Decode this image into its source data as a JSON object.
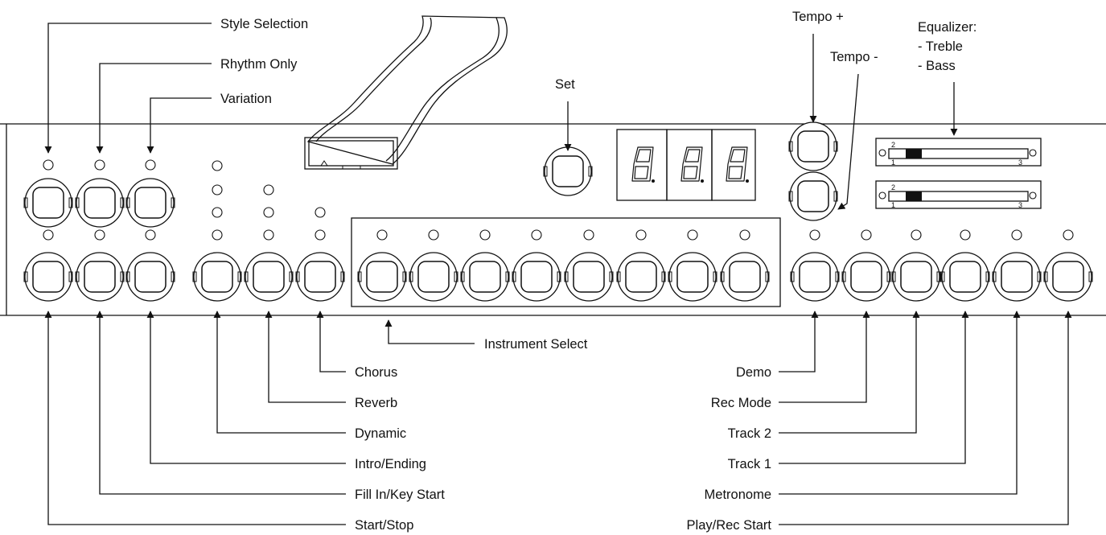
{
  "labels": {
    "style_selection": "Style Selection",
    "rhythm_only": "Rhythm Only",
    "variation": "Variation",
    "set": "Set",
    "tempo_plus": "Tempo +",
    "tempo_minus": "Tempo -",
    "equalizer": "Equalizer:",
    "treble": "- Treble",
    "bass": "- Bass",
    "instrument_select": "Instrument Select",
    "chorus": "Chorus",
    "reverb": "Reverb",
    "dynamic": "Dynamic",
    "intro_ending": "Intro/Ending",
    "fill_in_key_start": "Fill In/Key Start",
    "start_stop": "Start/Stop",
    "demo": "Demo",
    "rec_mode": "Rec Mode",
    "track_2": "Track 2",
    "track_1": "Track 1",
    "metronome": "Metronome",
    "play_rec_start": "Play/Rec Start"
  },
  "equalizer_scale": {
    "treble": {
      "top": "2",
      "left": "1",
      "right": "3"
    },
    "bass": {
      "top": "2",
      "left": "1",
      "right": "3"
    }
  }
}
